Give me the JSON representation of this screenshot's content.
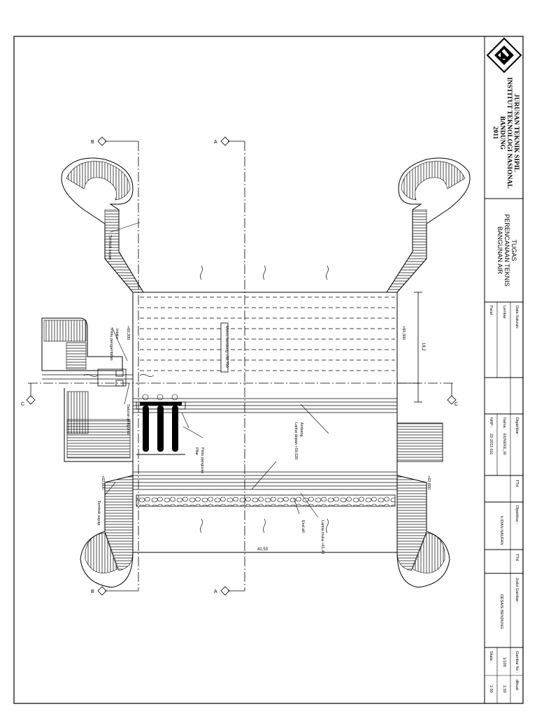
{
  "title_block": {
    "institution": [
      "JURUSAN TEKNIK SIPIL",
      "INSTITUT TEKNOLOGI NASIONAL",
      "BANDUNG",
      "2011"
    ],
    "task": [
      "TUGAS",
      "PERENCANAAN TEKNIS",
      "BANGUNAN AIR"
    ],
    "checked_by_label": "Data Saluran:",
    "sheet_label": "Lembar",
    "page_label": "Paraf :",
    "drawn_label": "Digambar :",
    "name_label": "Nama :",
    "name_value": "EUNEKE_W",
    "nrp_label": "NRP :",
    "nrp_value": "22-2011-011",
    "ttd_label": "TTd.",
    "approved_label": "Diperiksa :",
    "approved_value": "Ir.IDAN NAUFAN",
    "ttd2_label": "TTd.",
    "title_label": "Judul Gambar :",
    "title_value": "DESAIN BENDUNG",
    "drawing_no_label": "Gambar No :",
    "drawing_no_value": "1/100",
    "scale_label": "Skala :",
    "scale_value": "1:50",
    "sheets_label": "dibuat",
    "sheets_value": "1:50"
  },
  "plan": {
    "section_b": "B",
    "section_a": "A",
    "section_c": "C",
    "wing_wall_left": "Tembok sayap",
    "wing_wall_right": "Tembok sayap",
    "intake": "Intake",
    "intake_sub": "Pintu pengambilan",
    "flush_channel": "Saluran penguras",
    "weir_crest": "Mercu bendung +58,700",
    "flush_gate": "Pintu penguras",
    "pillar": "Pilar",
    "stilling": "Ambang",
    "apron": "Lantai depan +59,520",
    "end_sill": "End sill",
    "apron2": "Lantai muka +61,45",
    "elev_1": "+60,300",
    "elev_2": "+60,300",
    "elev_3": "+62,800",
    "elev_4": "+62,800",
    "dim_width": "18,2",
    "dim_length": "41,53"
  }
}
